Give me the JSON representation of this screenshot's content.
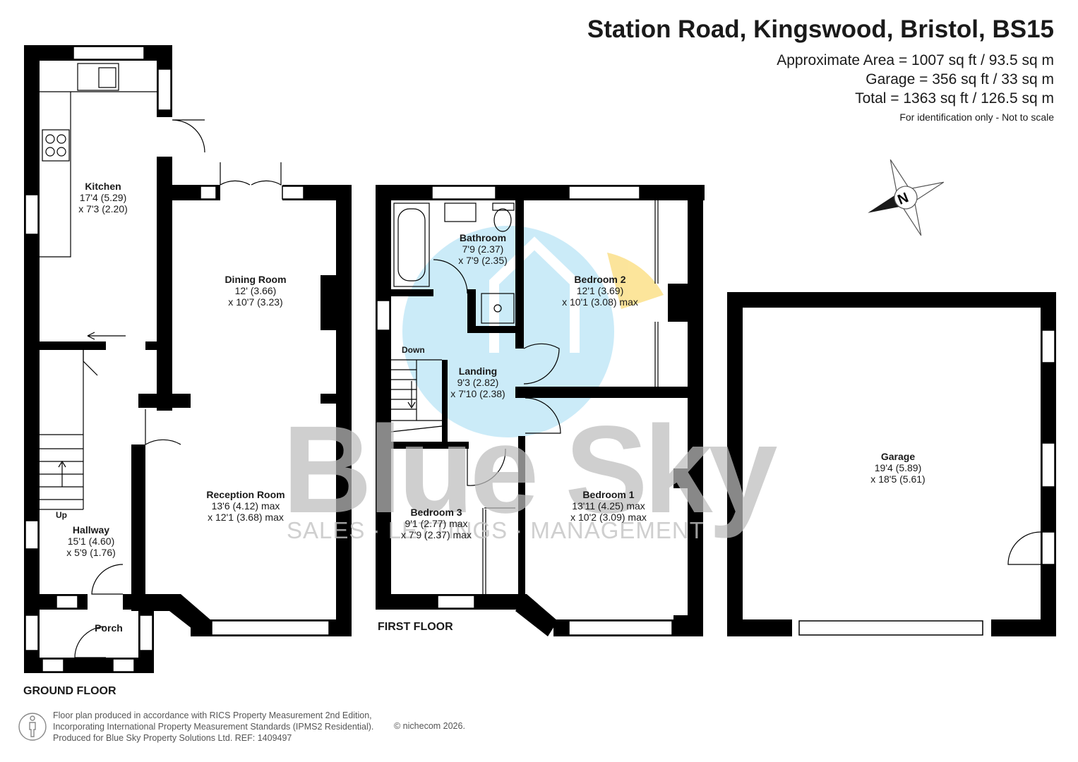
{
  "header": {
    "title": "Station Road, Kingswood, Bristol, BS15",
    "approx_area": "Approximate Area = 1007 sq ft / 93.5 sq m",
    "garage_area": "Garage = 356 sq ft / 33 sq m",
    "total_area": "Total = 1363 sq ft / 126.5 sq m",
    "note": "For identification only - Not to scale"
  },
  "rooms": {
    "kitchen": {
      "name": "Kitchen",
      "dim1": "17'4 (5.29)",
      "dim2": "x 7'3 (2.20)"
    },
    "dining": {
      "name": "Dining Room",
      "dim1": "12' (3.66)",
      "dim2": "x 10'7 (3.23)"
    },
    "reception": {
      "name": "Reception Room",
      "dim1": "13'6 (4.12) max",
      "dim2": "x 12'1 (3.68) max"
    },
    "hallway": {
      "name": "Hallway",
      "dim1": "15'1 (4.60)",
      "dim2": "x 5'9 (1.76)"
    },
    "porch": {
      "name": "Porch"
    },
    "bathroom": {
      "name": "Bathroom",
      "dim1": "7'9 (2.37)",
      "dim2": "x 7'9 (2.35)"
    },
    "bedroom2": {
      "name": "Bedroom 2",
      "dim1": "12'1 (3.69)",
      "dim2": "x 10'1 (3.08) max"
    },
    "landing": {
      "name": "Landing",
      "dim1": "9'3 (2.82)",
      "dim2": "x 7'10 (2.38)"
    },
    "bedroom3": {
      "name": "Bedroom 3",
      "dim1": "9'1 (2.77) max",
      "dim2": "x 7'9 (2.37) max"
    },
    "bedroom1": {
      "name": "Bedroom 1",
      "dim1": "13'11 (4.25) max",
      "dim2": "x 10'2 (3.09) max"
    },
    "garage": {
      "name": "Garage",
      "dim1": "19'4 (5.89)",
      "dim2": "x 18'5 (5.61)"
    }
  },
  "stairs": {
    "up": "Up",
    "down": "Down"
  },
  "floors": {
    "ground": "GROUND FLOOR",
    "first": "FIRST FLOOR"
  },
  "compass": {
    "letter": "N"
  },
  "watermark": {
    "main": "Blue Sky",
    "sub": "SALES · LETTINGS · MANAGEMENT"
  },
  "footer": {
    "line1": "Floor plan produced in accordance with RICS Property Measurement 2nd Edition,",
    "line2": "Incorporating International Property Measurement Standards (IPMS2 Residential).",
    "line3": "Produced for Blue Sky Property Solutions Ltd.   REF:  1409497",
    "copyright": "© nichecom 2026."
  },
  "colors": {
    "wall": "#000000",
    "logo_blue": "#8fd3ef",
    "logo_yellow": "#fbe08a",
    "watermark_grey": "#bdbdbd"
  }
}
